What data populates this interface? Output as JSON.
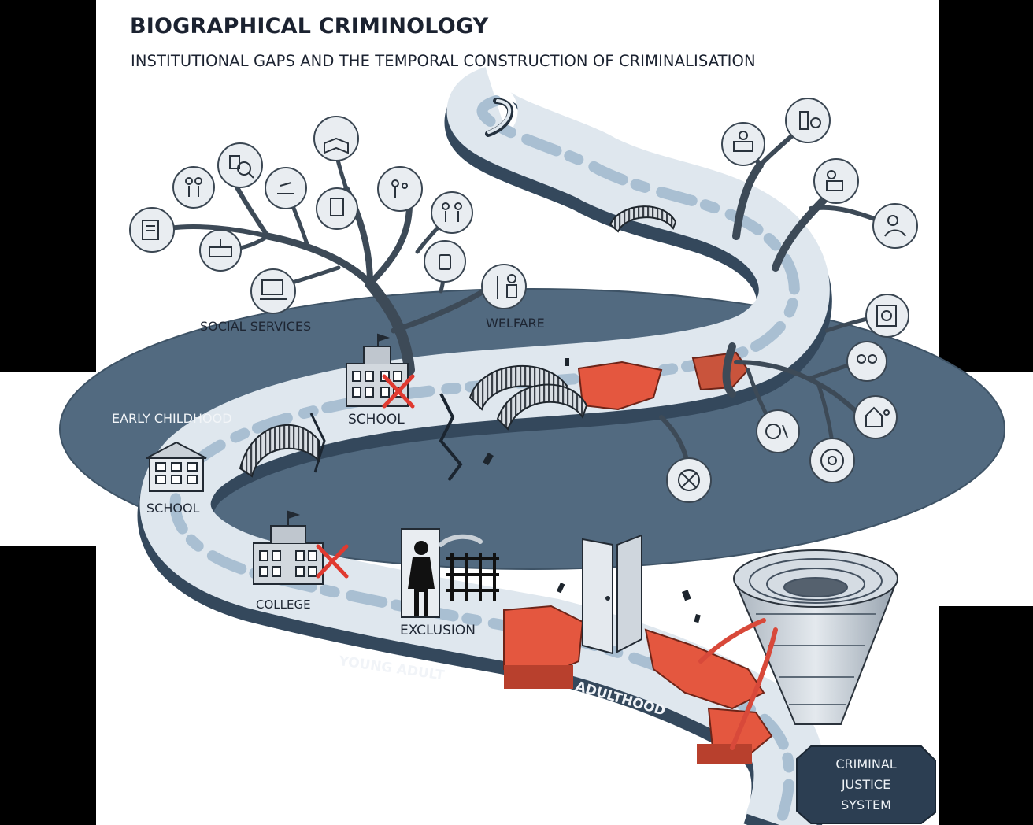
{
  "title": "BIOGRAPHICAL CRIMINOLOGY",
  "subtitle": "INSTITUTIONAL GAPS AND THE TEMPORAL CONSTRUCTION OF CRIMINALISATION",
  "labels": {
    "social_services": "SOCIAL SERVICES",
    "welfare": "WELFARE",
    "early_childhood": "EARLY CHILDHOOD",
    "school_upper": "SCHOOL",
    "school_lower": "SCHOOL",
    "college": "COLLEGE",
    "exclusion": "EXCLUSION",
    "young_adult": "YOUNG ADULT",
    "adulthood": "ADULTHOOD",
    "criminal_justice_system": [
      "CRIMINAL",
      "JUSTICE",
      "SYSTEM"
    ]
  },
  "colors": {
    "lake": "#526a80",
    "road_top": "#dfe7ee",
    "road_side": "#3b4f63",
    "gap_red": "#e4573f",
    "cross": "#e03a30",
    "cjs_badge": "#2c3e52"
  },
  "icons": {
    "left_tree": [
      "form-icon",
      "couple-icon",
      "document-search-icon",
      "open-book-icon",
      "family-icon",
      "scales-icon",
      "office-desk-icon",
      "notes-icon",
      "parents-icon",
      "phone-icon",
      "computer-icon",
      "case-file-icon"
    ],
    "right_tree": [
      "teacher-desk-icon",
      "medicine-icon",
      "counsellor-icon",
      "advice-icon",
      "window-icon",
      "cooperation-icon",
      "house-person-icon",
      "support-icon",
      "care-icon",
      "lifebuoy-icon"
    ]
  }
}
